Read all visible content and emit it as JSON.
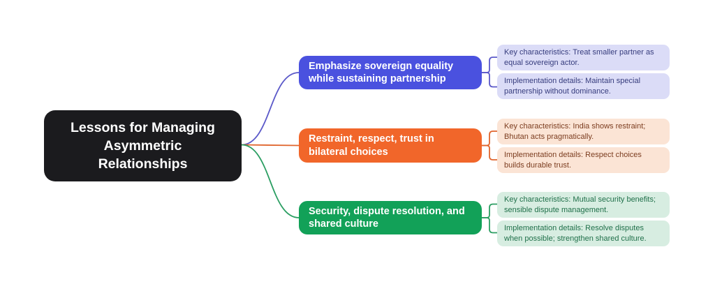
{
  "canvas": {
    "background": "#ffffff"
  },
  "root": {
    "label": "Lessons for Managing Asymmetric Relationships",
    "bg": "#1b1b1e",
    "text_color": "#ffffff"
  },
  "branches": [
    {
      "label": "Emphasize sovereign equality while sustaining partnership",
      "node_color": "#4a51df",
      "connector_color": "#5b59c9",
      "leaf_bg": "#dbdcf7",
      "leaf_text_color": "#363c7d",
      "leaves": [
        {
          "label": "Key characteristics: Treat smaller partner as equal sovereign actor."
        },
        {
          "label": "Implementation details: Maintain special partnership without dominance."
        }
      ]
    },
    {
      "label": "Restraint, respect, trust in bilateral choices",
      "node_color": "#f1662a",
      "connector_color": "#e0662e",
      "leaf_bg": "#fbe4d5",
      "leaf_text_color": "#7c3d20",
      "leaves": [
        {
          "label": "Key characteristics: India shows restraint; Bhutan acts pragmatically."
        },
        {
          "label": "Implementation details: Respect choices builds durable trust."
        }
      ]
    },
    {
      "label": "Security, dispute resolution, and shared culture",
      "node_color": "#12a158",
      "connector_color": "#2b9e62",
      "leaf_bg": "#d7ede1",
      "leaf_text_color": "#20704a",
      "leaves": [
        {
          "label": "Key characteristics: Mutual security benefits; sensible dispute management."
        },
        {
          "label": "Implementation details: Resolve disputes when possible; strengthen shared culture."
        }
      ]
    }
  ]
}
